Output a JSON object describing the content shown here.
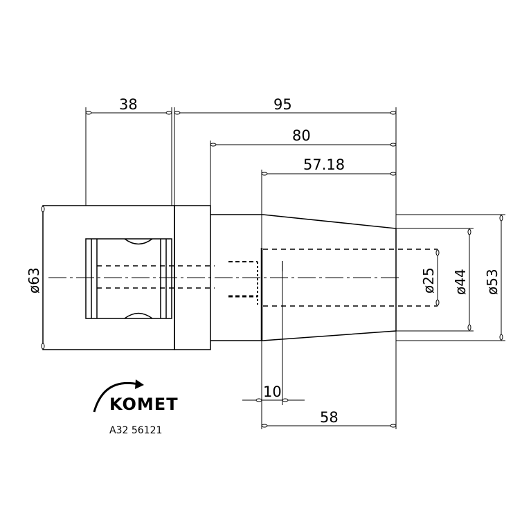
{
  "dimensions": {
    "width_38": "38",
    "length_95": "95",
    "length_80": "80",
    "length_57_18": "57.18",
    "dia_63": "ø63",
    "dia_25": "ø25",
    "dia_44": "ø44",
    "dia_53": "ø53",
    "length_10": "10",
    "length_58": "58"
  },
  "brand": {
    "logo": "KOMET",
    "article": "A32 56121"
  },
  "colors": {
    "line": "#000000",
    "background": "#ffffff"
  }
}
